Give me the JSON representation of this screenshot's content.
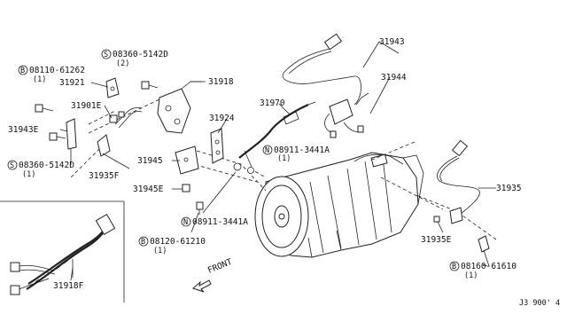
{
  "labels": {
    "p08110": "08110-61262",
    "p08110_qty": "(1)",
    "p08360a": "08360-5142D",
    "p08360a_qty": "(2)",
    "p31921": "31921",
    "p31918": "31918",
    "p31901e": "31901E",
    "p31943e": "31943E",
    "p08360b": "08360-5142D",
    "p08360b_qty": "(1)",
    "p31935f": "31935F",
    "p31943": "31943",
    "p31944": "31944",
    "p31970": "31970",
    "p31924": "31924",
    "p08911a": "08911-3441A",
    "p08911a_qty": "(1)",
    "p31945": "31945",
    "p31945e": "31945E",
    "p08911b": "08911-3441A",
    "p08120": "08120-61210",
    "p08120_qty": "(1)",
    "p31935": "31935",
    "p31935e": "31935E",
    "p08160": "08160-61610",
    "p08160_qty": "(1)",
    "p31918f": "31918F",
    "front": "FRONT",
    "code": "J3 900' 4"
  },
  "prefix": {
    "B": "B",
    "S": "S",
    "N": "N"
  }
}
